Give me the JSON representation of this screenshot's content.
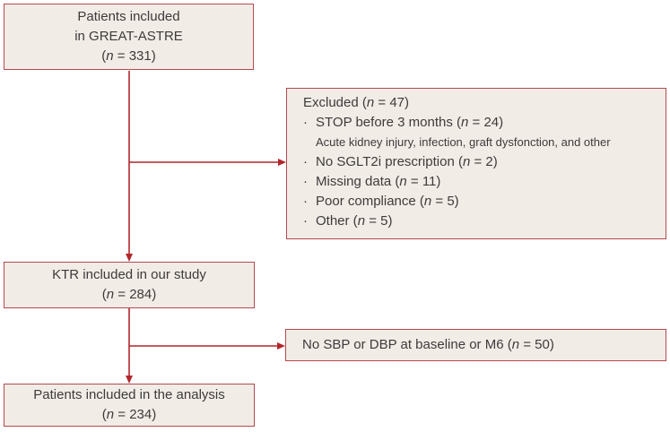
{
  "colors": {
    "background": "#ffffff",
    "box_fill": "#f2ece7",
    "box_border": "#b5494e",
    "arrow": "#b2262c",
    "text": "#3d3b3a"
  },
  "bullet": "·",
  "boxes": {
    "great_astre": {
      "line1": "Patients included",
      "line2": "in GREAT-ASTRE",
      "count_pre": "(",
      "count_n": "n",
      "count_post": " = 331)"
    },
    "excluded": {
      "title_pre": "Excluded (",
      "title_n": "n",
      "title_post": " = 47)",
      "items": [
        {
          "pre": "STOP before 3 months (",
          "n": "n",
          "post": " = 24)",
          "note": "Acute kidney injury, infection, graft dysfonction, and other"
        },
        {
          "pre": "No SGLT2i prescription (",
          "n": "n",
          "post": " = 2)"
        },
        {
          "pre": "Missing data (",
          "n": "n",
          "post": " = 11)"
        },
        {
          "pre": "Poor compliance (",
          "n": "n",
          "post": " = 5)"
        },
        {
          "pre": "Other (",
          "n": "n",
          "post": " = 5)"
        }
      ]
    },
    "ktr": {
      "line1": "KTR included in our study",
      "count_pre": "(",
      "count_n": "n",
      "count_post": " = 284)"
    },
    "no_sbp": {
      "text_pre": "No SBP or DBP at baseline or M6 (",
      "text_n": "n",
      "text_post": " = 50)"
    },
    "analysis": {
      "line1": "Patients included in the analysis",
      "count_pre": "(",
      "count_n": "n",
      "count_post": " = 234)"
    }
  }
}
